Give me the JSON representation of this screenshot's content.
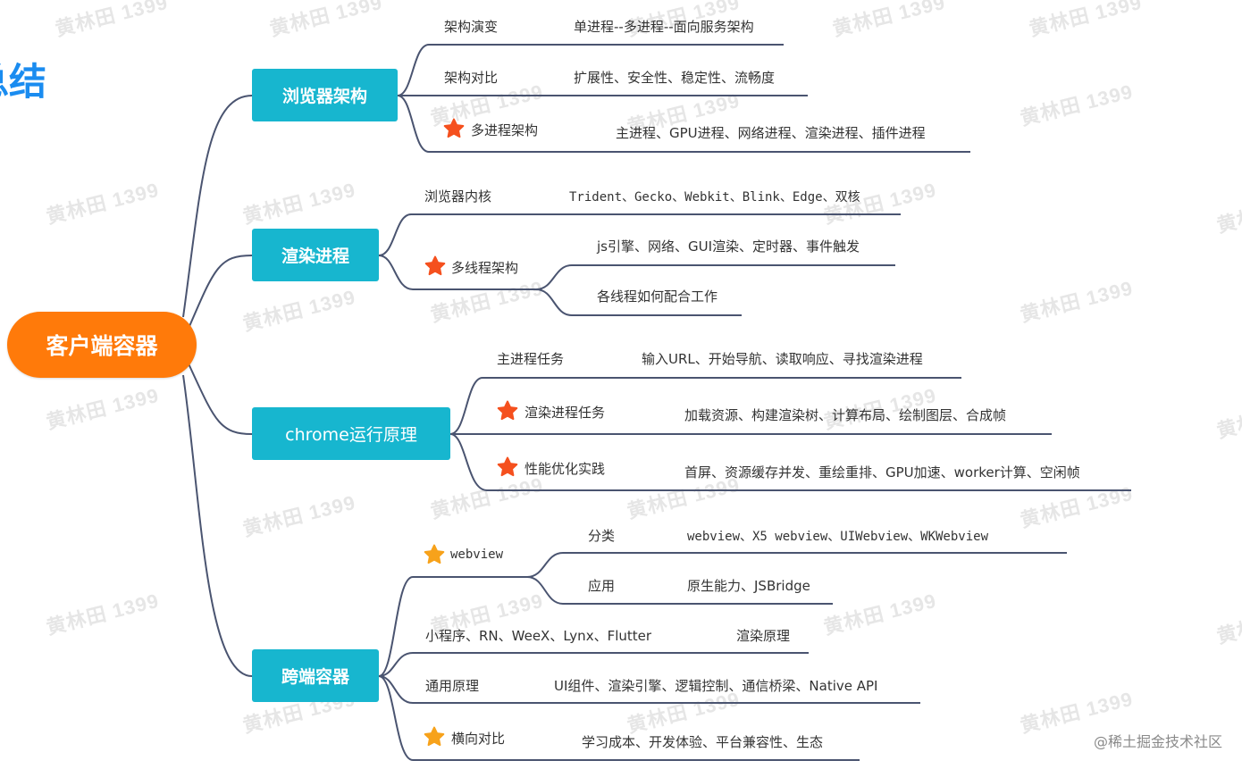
{
  "corner_title": "总结",
  "root": "客户端容器",
  "watermark": "黄林田 1399",
  "credit": "@稀土掘金技术社区",
  "branches": [
    {
      "label": "浏览器架构",
      "items": [
        {
          "label": "架构演变",
          "detail": "单进程--多进程--面向服务架构"
        },
        {
          "label": "架构对比",
          "detail": "扩展性、安全性、稳定性、流畅度"
        },
        {
          "label": "多进程架构",
          "detail": "主进程、GPU进程、网络进程、渲染进程、插件进程"
        }
      ]
    },
    {
      "label": "渲染进程",
      "items": [
        {
          "label": "浏览器内核",
          "detail": "Trident、Gecko、Webkit、Blink、Edge、双核"
        },
        {
          "label": "多线程架构",
          "details": [
            "js引擎、网络、GUI渲染、定时器、事件触发",
            "各线程如何配合工作"
          ]
        }
      ]
    },
    {
      "label": "chrome运行原理",
      "items": [
        {
          "label": "主进程任务",
          "detail": "输入URL、开始导航、读取响应、寻找渲染进程"
        },
        {
          "label": "渲染进程任务",
          "detail": "加载资源、构建渲染树、计算布局、绘制图层、合成帧"
        },
        {
          "label": "性能优化实践",
          "detail": "首屏、资源缓存并发、重绘重排、GPU加速、worker计算、空闲帧"
        }
      ]
    },
    {
      "label": "跨端容器",
      "items": [
        {
          "label": "webview",
          "children": [
            {
              "label": "分类",
              "detail": "webview、X5 webview、UIWebview、WKWebview"
            },
            {
              "label": "应用",
              "detail": "原生能力、JSBridge"
            }
          ]
        },
        {
          "label": "小程序、RN、WeeX、Lynx、Flutter",
          "detail": "渲染原理"
        },
        {
          "label": "通用原理",
          "detail": "UI组件、渲染引擎、逻辑控制、通信桥梁、Native API"
        },
        {
          "label": "横向对比",
          "detail": "学习成本、开发体验、平台兼容性、生态"
        }
      ]
    }
  ],
  "colors": {
    "root_fill": "#ff7a0a",
    "branch_fill": "#17b6cf",
    "connector": "#4a5470",
    "star_red": "#f5501e",
    "star_orange": "#f7a21b",
    "title_blue": "#1a8cf0"
  }
}
